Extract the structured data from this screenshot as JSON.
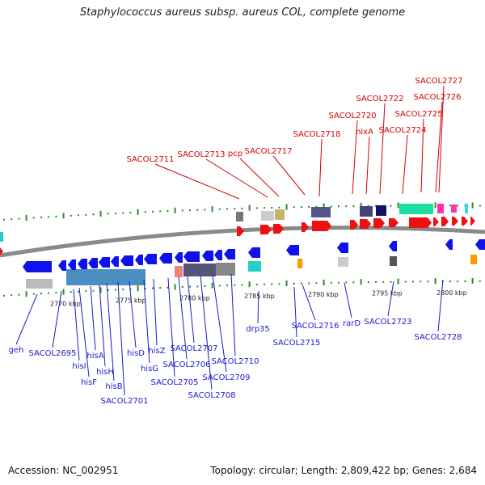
{
  "title": "Staphylococcus aureus subsp. aureus COL, complete genome",
  "footer": {
    "accession": "Accession: NC_002951",
    "topology": "Topology: circular; Length: 2,809,422 bp; Genes: 2,684"
  },
  "kbp_labels": [
    "2770 kbp",
    "2775 kbp",
    "2780 kbp",
    "2785 kbp",
    "2790 kbp",
    "2795 kbp",
    "2800 kbp"
  ],
  "forward_genes": [
    "SACOL2711",
    "SACOL2713",
    "pcp",
    "SACOL2717",
    "SACOL2718",
    "SACOL2720",
    "nixA",
    "SACOL2722",
    "SACOL2724",
    "SACOL2725",
    "SACOL2726",
    "SACOL2727"
  ],
  "reverse_genes": [
    "geh",
    "SACOL2695",
    "hisI",
    "hisF",
    "hisA",
    "hisH",
    "hisB",
    "SACOL2701",
    "hisD",
    "hisG",
    "hisZ",
    "SACOL2705",
    "SACOL2706",
    "SACOL2707",
    "SACOL2708",
    "SACOL2709",
    "SACOL2710",
    "drp35",
    "SACOL2715",
    "SACOL2716",
    "rarD",
    "SACOL2723",
    "SACOL2728"
  ],
  "colors": {
    "forward_label": "#d40000",
    "reverse_label": "#1a1acc",
    "forward_arrow": "#ee1111",
    "reverse_arrow": "#1111ee",
    "backbone": "#888888",
    "tick": "#2a8a2a"
  }
}
